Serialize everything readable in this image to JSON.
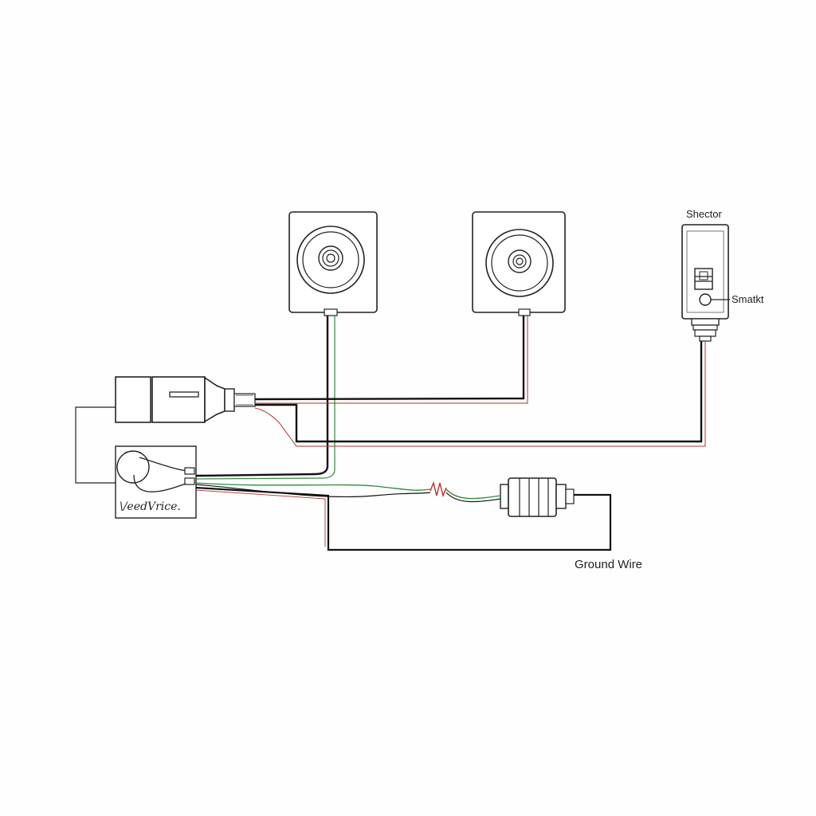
{
  "labels": {
    "switch_top": "Shector",
    "switch_side": "Smatkt",
    "device_box": "\\/eedVrice.",
    "ground": "Ground Wire"
  },
  "colors": {
    "wire_black": "#111111",
    "wire_red": "#b03030",
    "wire_green": "#2e8b3a",
    "outline": "#222222",
    "background": "#fefefe"
  },
  "icons": {
    "speaker_left": "speaker-icon",
    "speaker_right": "speaker-icon",
    "switch": "toggle-switch-icon",
    "connector_plug": "plug-connector-icon",
    "relay": "relay-coil-icon",
    "resistor": "resistor-icon",
    "inline_connector": "barrel-connector-icon"
  }
}
